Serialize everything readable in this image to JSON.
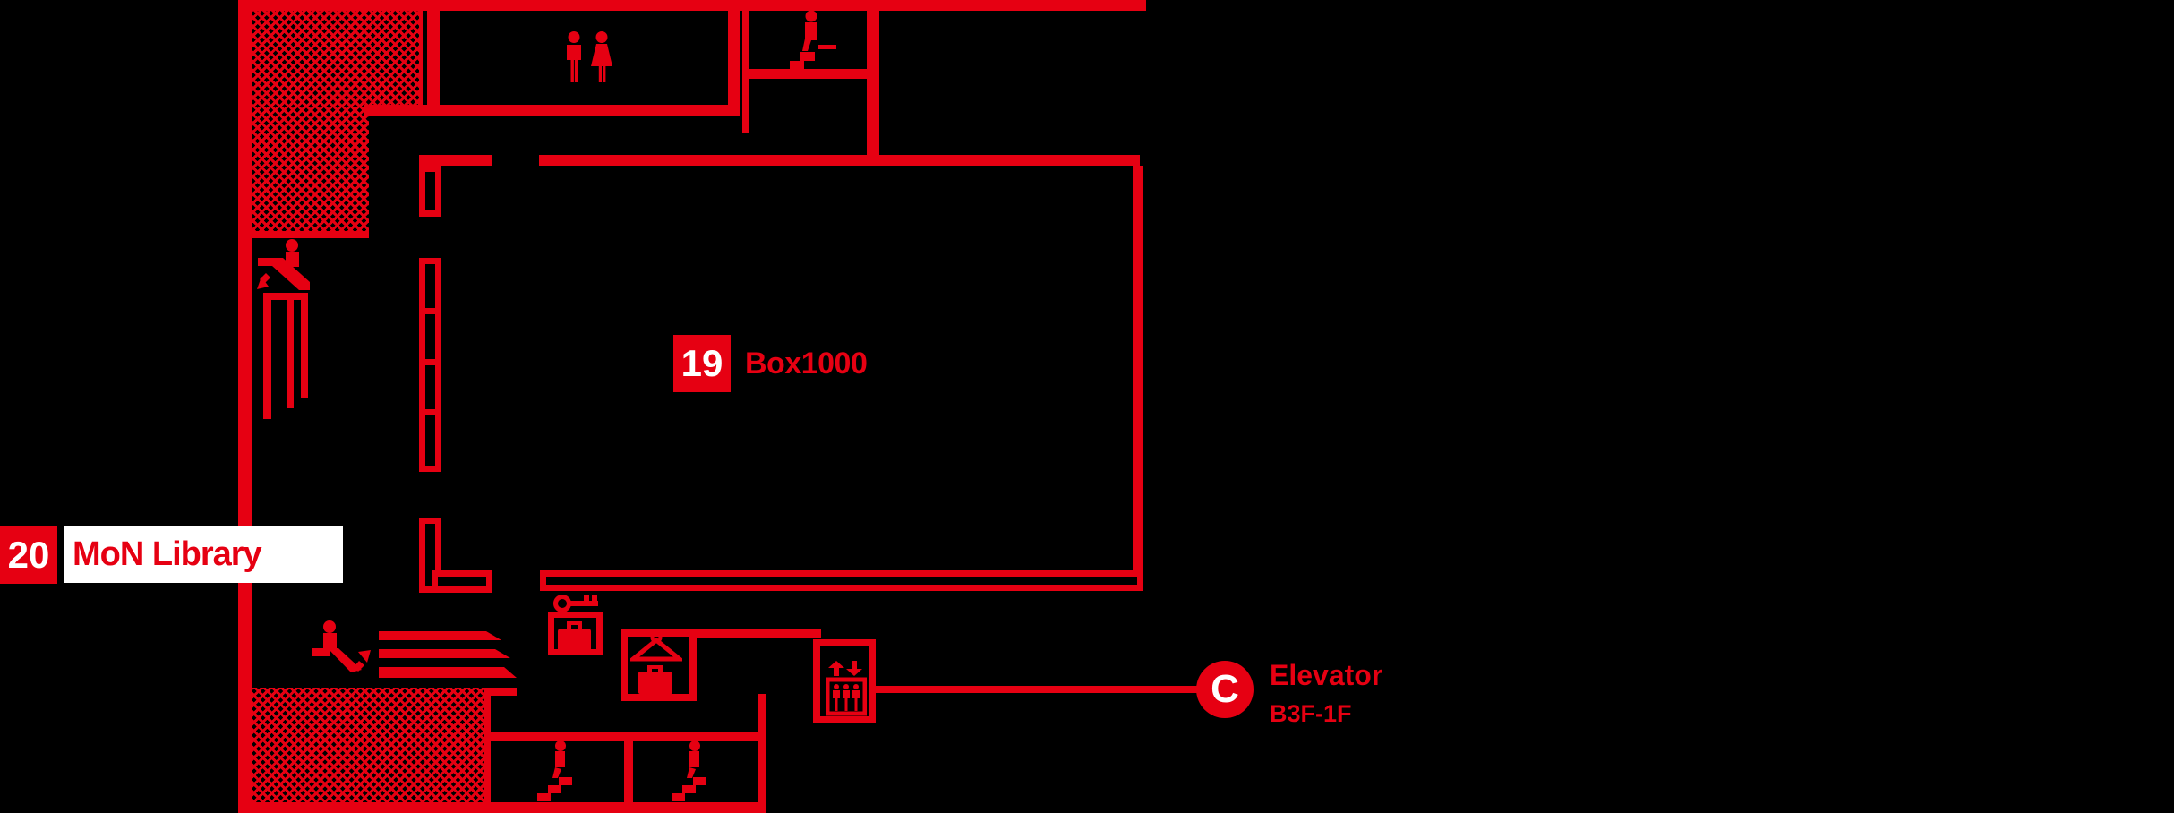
{
  "colors": {
    "red": "#e60012",
    "white": "#ffffff",
    "background": "#000000"
  },
  "markers": {
    "box1000": {
      "number": "19",
      "label": "Box1000"
    },
    "mon_library": {
      "number": "20",
      "label": "MoN Library"
    },
    "elevator_c": {
      "letter": "C",
      "label": "Elevator",
      "floors": "B3F-1F"
    }
  },
  "icons": {
    "restroom": "restroom-icon",
    "stairs_top": "stairs-icon",
    "escalator_down": "escalator-down-icon",
    "escalator_up": "escalator-up-icon",
    "key": "key-icon",
    "coin_locker": "coin-locker-icon",
    "cloakroom": "cloakroom-icon",
    "elevator": "elevator-icon",
    "stairs_bottom_left": "stairs-icon",
    "stairs_bottom_right": "stairs-icon"
  }
}
